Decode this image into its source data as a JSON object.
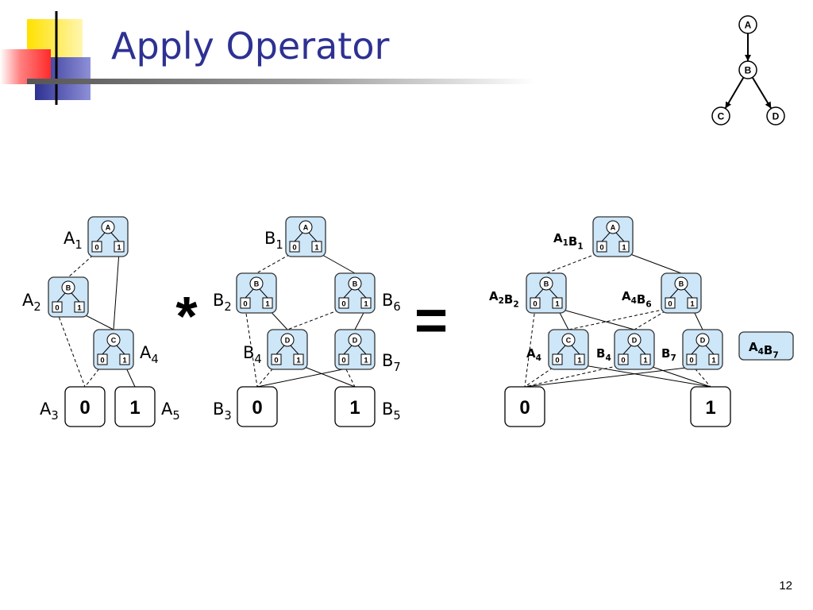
{
  "slide": {
    "title": "Apply Operator",
    "page_number": "12",
    "accent_color": "#2E3192"
  },
  "variable_order": {
    "nodes": [
      "A",
      "B",
      "C",
      "D"
    ]
  },
  "operators": {
    "multiply": "*",
    "equals": "="
  },
  "adds": {
    "node_fill": "#CDE6F8",
    "node_stroke": "#333333",
    "first": {
      "nodes": {
        "A1": "A",
        "A2": "B",
        "A4": "C"
      },
      "leaves": {
        "A3": "0",
        "A5": "1"
      },
      "labels": [
        {
          "id": "A1",
          "main": "A",
          "sub": "1"
        },
        {
          "id": "A2",
          "main": "A",
          "sub": "2"
        },
        {
          "id": "A4",
          "main": "A",
          "sub": "4"
        },
        {
          "id": "A3",
          "main": "A",
          "sub": "3"
        },
        {
          "id": "A5",
          "main": "A",
          "sub": "5"
        }
      ]
    },
    "second": {
      "nodes": {
        "B1": "A",
        "B2": "B",
        "B6": "B",
        "B4": "D",
        "B7": "D"
      },
      "leaves": {
        "B3": "0",
        "B5": "1"
      },
      "labels": [
        {
          "id": "B1",
          "main": "B",
          "sub": "1"
        },
        {
          "id": "B2",
          "main": "B",
          "sub": "2"
        },
        {
          "id": "B6",
          "main": "B",
          "sub": "6"
        },
        {
          "id": "B4",
          "main": "B",
          "sub": "4"
        },
        {
          "id": "B7",
          "main": "B",
          "sub": "7"
        },
        {
          "id": "B3",
          "main": "B",
          "sub": "3"
        },
        {
          "id": "B5",
          "main": "B",
          "sub": "5"
        }
      ]
    },
    "result": {
      "nodes": {
        "R1": "A",
        "R2": "B",
        "R3": "B",
        "R4": "C",
        "R5": "D",
        "R6": "D"
      },
      "leaves": {
        "R0": "0",
        "R1L": "1"
      },
      "pending": "A4B7",
      "labels": [
        {
          "id": "A1B1",
          "parts": [
            [
              "A",
              "1"
            ],
            [
              "B",
              "1"
            ]
          ]
        },
        {
          "id": "A2B2",
          "parts": [
            [
              "A",
              "2"
            ],
            [
              "B",
              "2"
            ]
          ]
        },
        {
          "id": "A4B6",
          "parts": [
            [
              "A",
              "4"
            ],
            [
              "B",
              "6"
            ]
          ]
        },
        {
          "id": "A4",
          "parts": [
            [
              "A",
              "4"
            ]
          ]
        },
        {
          "id": "B4",
          "parts": [
            [
              "B",
              "4"
            ]
          ]
        },
        {
          "id": "B7",
          "parts": [
            [
              "B",
              "7"
            ]
          ]
        },
        {
          "id": "A4B7",
          "parts": [
            [
              "A",
              "4"
            ],
            [
              "B",
              "7"
            ]
          ]
        }
      ]
    },
    "branch_labels": [
      "0",
      "1"
    ]
  }
}
